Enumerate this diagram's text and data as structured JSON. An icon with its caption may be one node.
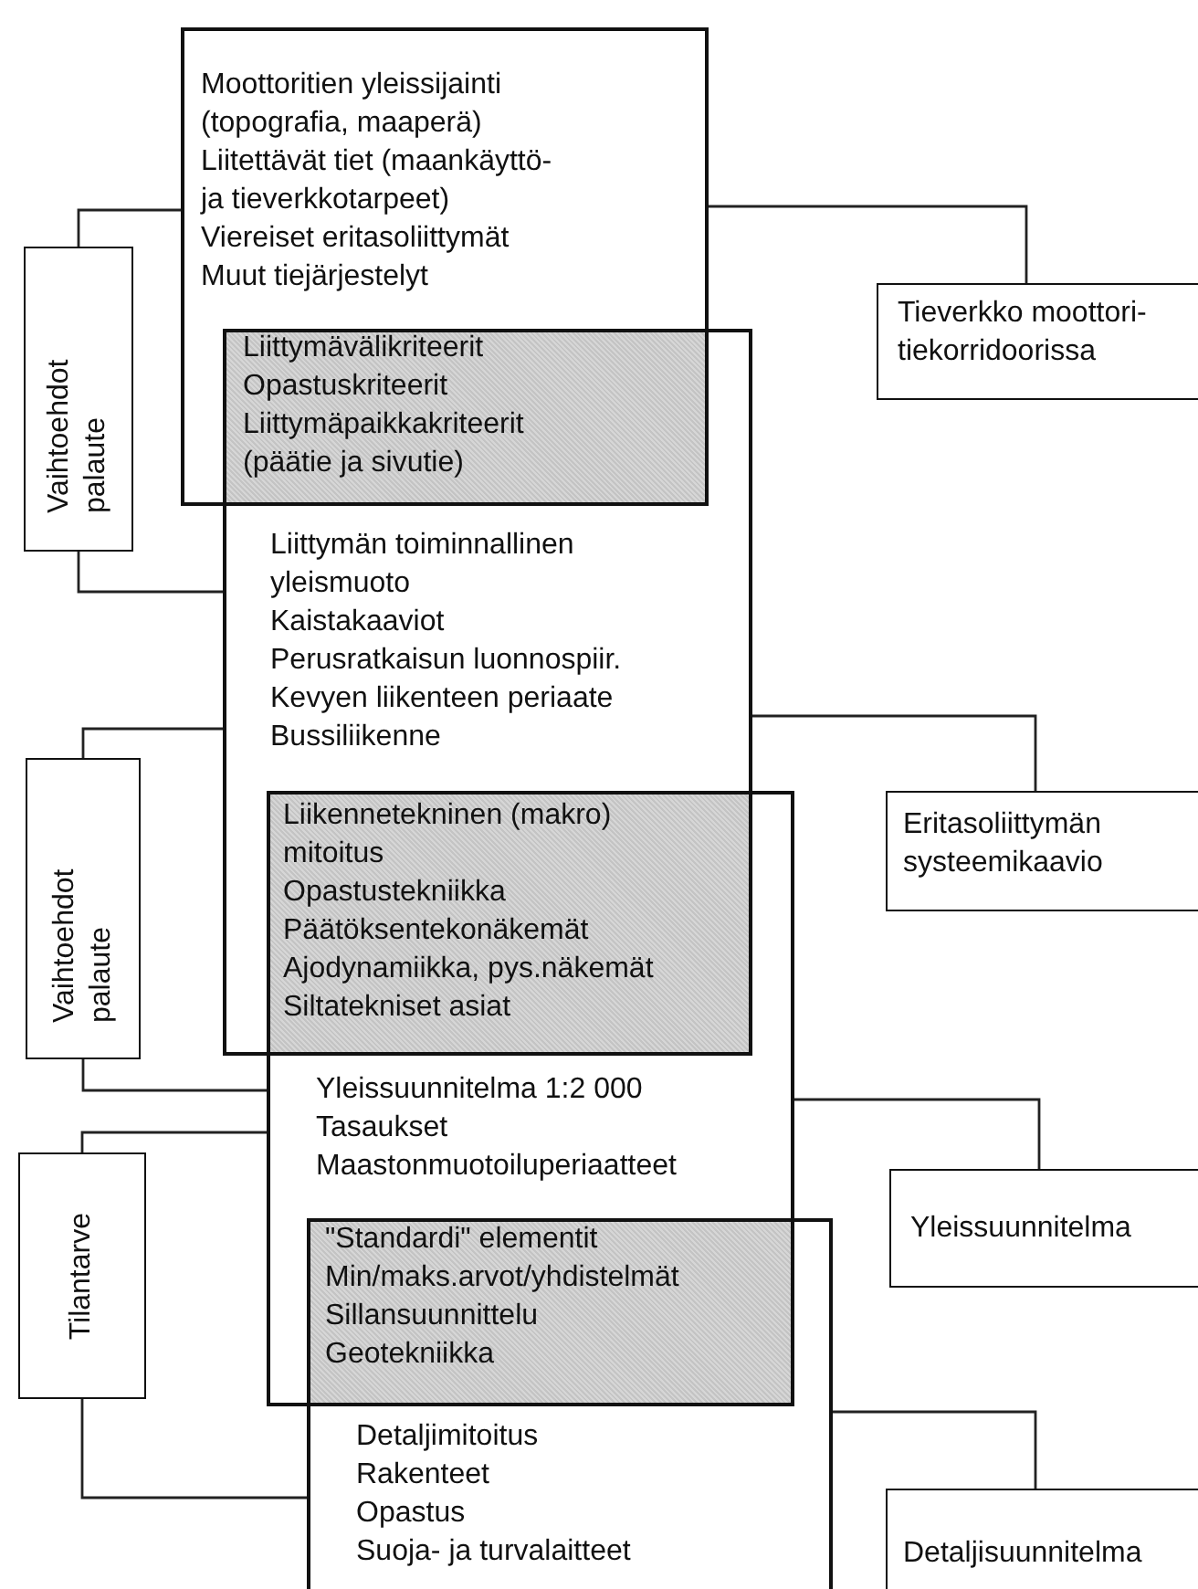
{
  "diagram": {
    "nodes": [
      {
        "text": [
          "Moottoritien yleissijainti (topografia, maaperä)",
          "Liitettävät tiet (maankäyttö- ja tieverkkotarpeet)",
          "Viereiset eritasoliittymät",
          "Muut tiejärjestelyt"
        ]
      },
      {
        "text": [
          "Liittymävälikriteerit",
          "Opastuskriteerit",
          "Liittymäpaikkakriteerit (päätie ja sivutie)"
        ]
      },
      {
        "text": [
          "Liittymän toiminnallinen yleismuoto",
          "Kaistakaaviot",
          "Perusratkaisun luonnospiir.",
          "Kevyen liikenteen periaate",
          "Bussiliikenne"
        ]
      },
      {
        "text": [
          "Liikennetekninen (makro) mitoitus",
          "Opastustekniikka",
          "Päätöksentekonäkemät",
          "Ajodynamiikka, pys.näkemät",
          "Siltatekniset asiat"
        ]
      },
      {
        "text": [
          "Yleissuunnitelma 1:2 000",
          "Tasaukset",
          "Maastonmuotoiluperiaatteet"
        ]
      },
      {
        "text": [
          "\"Standardi\" elementit",
          "Min/maks.arvot/yhdistelmät",
          "Sillansuunnittelu",
          "Geotekniikka"
        ]
      },
      {
        "text": [
          "Detaljimitoitus",
          "Rakenteet",
          "Opastus",
          "Suoja- ja turvalaitteet"
        ]
      },
      {
        "text": [
          "Vaihtoehdot palaute"
        ]
      },
      {
        "text": [
          "Tieverkko moottori- tiekorridoorissa"
        ]
      },
      {
        "text": [
          "Vaihtoehdot palaute"
        ]
      },
      {
        "text": [
          "Eritasoliittymän systeemikaavio"
        ]
      },
      {
        "text": [
          "Tilantarve"
        ]
      },
      {
        "text": [
          "Yleissuunnitelma"
        ]
      },
      {
        "text": [
          "Detaljisuunnitelma"
        ]
      }
    ],
    "edges": [
      {
        "from": 7,
        "to": 0,
        "arrow": "none"
      },
      {
        "from": 7,
        "to": 2,
        "arrow": "none"
      },
      {
        "from": 0,
        "to": 8,
        "arrow": "none"
      },
      {
        "from": 9,
        "to": 2,
        "arrow": "none"
      },
      {
        "from": 9,
        "to": 4,
        "arrow": "none"
      },
      {
        "from": 2,
        "to": 10,
        "arrow": "none"
      },
      {
        "from": 11,
        "to": 4,
        "arrow": "none"
      },
      {
        "from": 11,
        "to": 6,
        "arrow": "none"
      },
      {
        "from": 4,
        "to": 12,
        "arrow": "none"
      },
      {
        "from": 6,
        "to": 13,
        "arrow": "none"
      }
    ]
  }
}
